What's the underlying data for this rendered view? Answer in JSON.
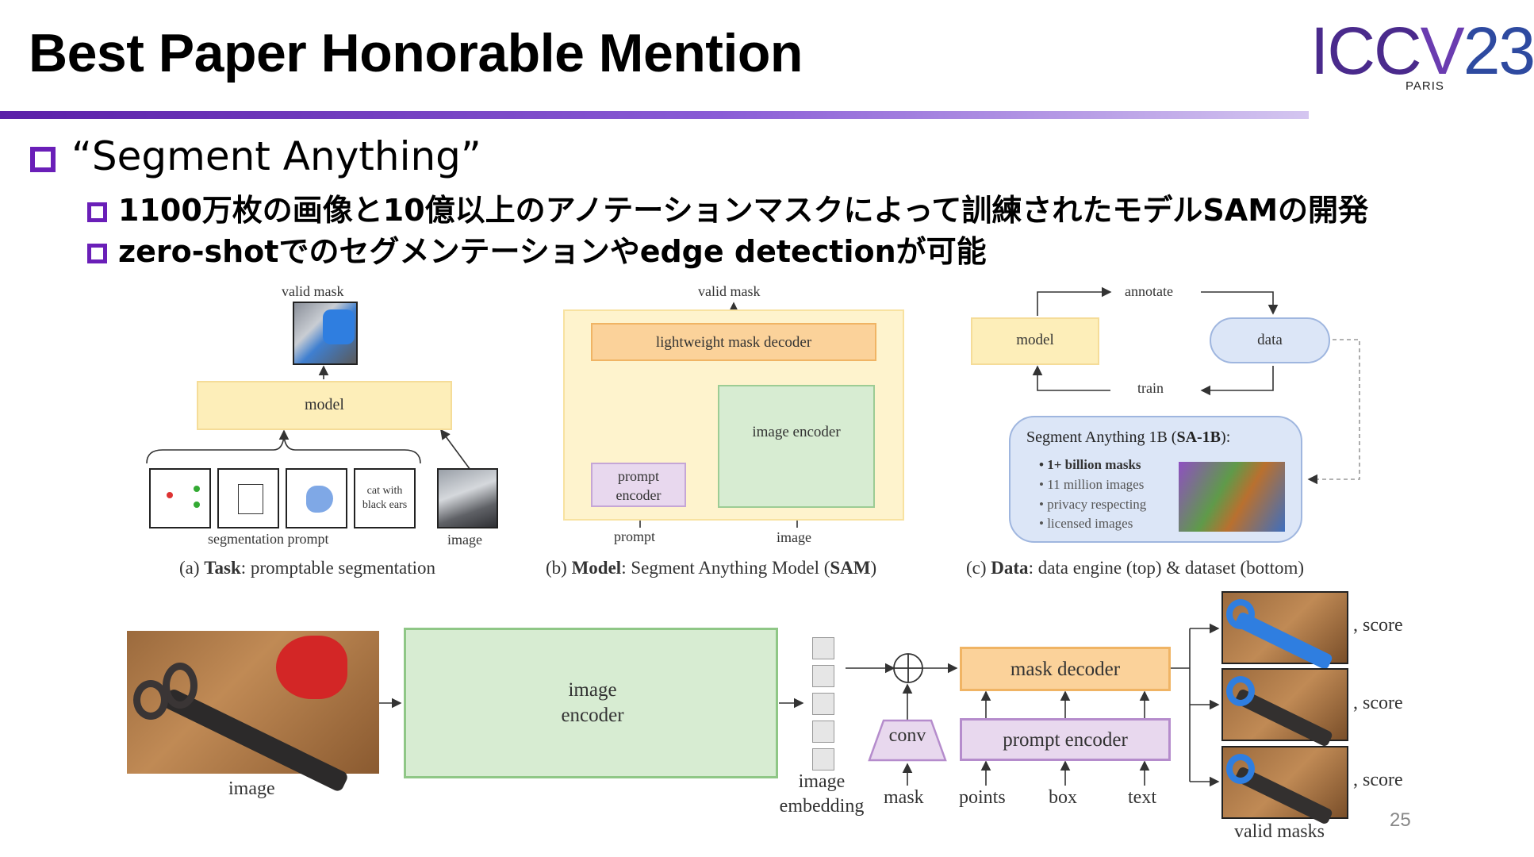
{
  "slide": {
    "title": "Best Paper Honorable Mention",
    "logo_main": "ICCV23",
    "logo_sub": "PARIS",
    "bullet_main": "“Segment Anything”",
    "sub_bullets": [
      "1100万枚の画像と10億以上のアノテーションマスクによって訓練されたモデルSAMの開発",
      "zero-shotでのセグメンテーションやedge detectionが可能"
    ],
    "page_number": "25"
  },
  "fig_top": {
    "a": {
      "valid_mask": "valid mask",
      "model": "model",
      "prompt_text": "cat with black ears",
      "segmentation_prompt": "segmentation prompt",
      "image": "image",
      "caption_prefix": "(a) ",
      "caption_bold": "Task",
      "caption_rest": ": promptable segmentation"
    },
    "b": {
      "valid_mask": "valid mask",
      "decoder": "lightweight mask decoder",
      "image_encoder": "image encoder",
      "prompt_encoder": "prompt encoder",
      "prompt": "prompt",
      "image": "image",
      "caption_prefix": "(b) ",
      "caption_bold": "Model",
      "caption_rest": ": Segment Anything Model (",
      "caption_bold2": "SAM",
      "caption_end": ")"
    },
    "c": {
      "model": "model",
      "data": "data",
      "annotate": "annotate",
      "train": "train",
      "dataset_title": "Segment Anything 1B (",
      "dataset_title_bold": "SA-1B",
      "dataset_title_end": "):",
      "items": [
        "1+ billion masks",
        "11 million images",
        "privacy respecting",
        "licensed images"
      ],
      "caption_prefix": "(c) ",
      "caption_bold": "Data",
      "caption_rest": ": data engine (top) & dataset (bottom)"
    }
  },
  "fig_bottom": {
    "image": "image",
    "image_encoder": "image encoder",
    "image_embedding": "image embedding",
    "conv": "conv",
    "mask": "mask",
    "mask_decoder": "mask decoder",
    "prompt_encoder": "prompt encoder",
    "points": "points",
    "box": "box",
    "text": "text",
    "score": ", score",
    "valid_masks": "valid masks"
  },
  "colors": {
    "accent_purple": "#6a1fb8",
    "model_yellow": "#fdeeb9",
    "decoder_orange": "#fbd29a",
    "encoder_green": "#d7ecd2",
    "prompt_purple": "#e8d8ee",
    "data_blue": "#dce6f7"
  }
}
